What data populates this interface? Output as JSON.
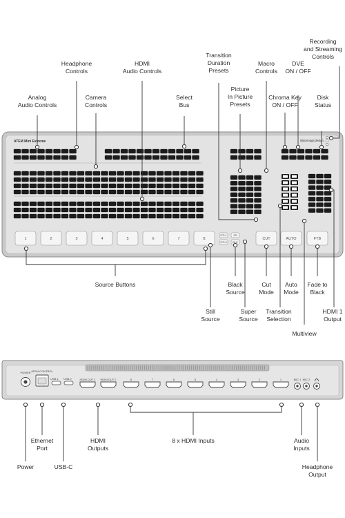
{
  "front_panel": {
    "model_name": "ATEM Mini Extreme",
    "brand": "Blackmagicdesign",
    "source_buttons": [
      "1",
      "2",
      "3",
      "4",
      "5",
      "6",
      "7",
      "8"
    ],
    "still_buttons": [
      "STL1",
      "STL2"
    ],
    "super_buttons": [
      "SS",
      "BLK"
    ],
    "cut_label": "CUT",
    "auto_label": "AUTO",
    "ftb_label": "FTB"
  },
  "rear_panel": {
    "power_label": "POWER",
    "ethernet_label": "ATEM CONTROL",
    "usb_labels": [
      "USB 1",
      "USB 2"
    ],
    "hdmi_out_labels": [
      "HDMI OUT 1",
      "HDMI OUT 2"
    ],
    "hdmi_in_labels": [
      "8",
      "7",
      "6",
      "5",
      "4",
      "3",
      "2",
      "1"
    ],
    "mic_labels": [
      "MIC 1",
      "MIC 2"
    ]
  },
  "callouts": {
    "analog_audio": "Analog\nAudio Controls",
    "headphone_controls": "Headphone\nControls",
    "camera_controls": "Camera\nControls",
    "hdmi_audio": "HDMI\nAudio Controls",
    "select_bus": "Select\nBus",
    "transition_duration": "Transition\nDuration\nPresets",
    "pip_presets": "Picture\nIn Picture\nPresets",
    "macro_controls": "Macro\nControls",
    "chroma_key": "Chroma Key\nON / OFF",
    "dve": "DVE\nON / OFF",
    "recording_streaming": "Recording\nand Streaming\nControls",
    "disk_status": "Disk\nStatus",
    "source_buttons": "Source Buttons",
    "still_source": "Still\nSource",
    "black_source": "Black\nSource",
    "super_source": "Super\nSource",
    "cut_mode": "Cut\nMode",
    "transition_selection": "Transition\nSelection",
    "auto_mode": "Auto\nMode",
    "fade_to_black": "Fade to\nBlack",
    "multiview": "Multiview",
    "hdmi1_output": "HDMI 1\nOutput",
    "power": "Power",
    "ethernet_port": "Ethernet\nPort",
    "usb_c": "USB-C",
    "hdmi_outputs": "HDMI\nOutputs",
    "hdmi_inputs": "8 x HDMI Inputs",
    "audio_inputs": "Audio\nInputs",
    "headphone_output": "Headphone\nOutput"
  }
}
